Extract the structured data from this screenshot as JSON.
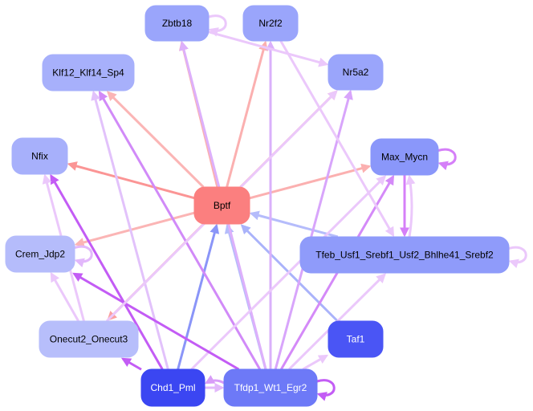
{
  "diagram": {
    "type": "gene-regulatory-network",
    "nodes": [
      {
        "id": "Zbtb18",
        "label": "Zbtb18",
        "fill": "#9aa5fb",
        "text": "#000000"
      },
      {
        "id": "Nr2f2",
        "label": "Nr2f2",
        "fill": "#9aa5fb",
        "text": "#000000"
      },
      {
        "id": "Klf12_Klf14_Sp4",
        "label": "Klf12_Klf14_Sp4",
        "fill": "#a7b0fb",
        "text": "#000000"
      },
      {
        "id": "Nr5a2",
        "label": "Nr5a2",
        "fill": "#9aa5fb",
        "text": "#000000"
      },
      {
        "id": "Nfix",
        "label": "Nfix",
        "fill": "#a7b0fb",
        "text": "#000000"
      },
      {
        "id": "Max_Mycn",
        "label": "Max_Mycn",
        "fill": "#8a97fa",
        "text": "#000000"
      },
      {
        "id": "Bptf",
        "label": "Bptf",
        "fill": "#fb7f7f",
        "text": "#000000"
      },
      {
        "id": "Crem_Jdp2",
        "label": "Crem_Jdp2",
        "fill": "#b5bcfb",
        "text": "#000000"
      },
      {
        "id": "Tfeb",
        "label": "Tfeb_Usf1_Srebf1_Usf2_Bhlhe41_Srebf2",
        "fill": "#8f9bfa",
        "text": "#000000"
      },
      {
        "id": "Onecut2_Onecut3",
        "label": "Onecut2_Onecut3",
        "fill": "#b7befb",
        "text": "#000000"
      },
      {
        "id": "Taf1",
        "label": "Taf1",
        "fill": "#4a55f5",
        "text": "#ffffff"
      },
      {
        "id": "Chd1_Pml",
        "label": "Chd1_Pml",
        "fill": "#3b46f2",
        "text": "#ffffff"
      },
      {
        "id": "Tfdp1",
        "label": "Tfdp1_Wt1_Egr2",
        "fill": "#6d79f7",
        "text": "#ffffff"
      }
    ],
    "edges": [
      {
        "from": "Bptf",
        "to": "Nfix",
        "color": "#fb9595"
      },
      {
        "from": "Bptf",
        "to": "Klf12_Klf14_Sp4",
        "color": "#fbb5b5"
      },
      {
        "from": "Bptf",
        "to": "Zbtb18",
        "color": "#fbb0b0"
      },
      {
        "from": "Bptf",
        "to": "Nr2f2",
        "color": "#fbb0b0"
      },
      {
        "from": "Bptf",
        "to": "Nr5a2",
        "color": "#fba8a8"
      },
      {
        "from": "Bptf",
        "to": "Max_Mycn",
        "color": "#fbb0b0"
      },
      {
        "from": "Bptf",
        "to": "Crem_Jdp2",
        "color": "#fbb5b5"
      },
      {
        "from": "Bptf",
        "to": "Onecut2_Onecut3",
        "color": "#fba0a0"
      },
      {
        "from": "Chd1_Pml",
        "to": "Bptf",
        "color": "#8a95f8"
      },
      {
        "from": "Tfdp1",
        "to": "Bptf",
        "color": "#b5bcfb"
      },
      {
        "from": "Taf1",
        "to": "Bptf",
        "color": "#aab3fa"
      },
      {
        "from": "Tfeb",
        "to": "Bptf",
        "color": "#b5bcfb"
      },
      {
        "from": "Tfdp1",
        "to": "Zbtb18",
        "color": "#ddb0fb"
      },
      {
        "from": "Tfdp1",
        "to": "Klf12_Klf14_Sp4",
        "color": "#d18af8"
      },
      {
        "from": "Chd1_Pml",
        "to": "Klf12_Klf14_Sp4",
        "color": "#e2c2fb"
      },
      {
        "from": "Tfdp1",
        "to": "Nr2f2",
        "color": "#dab0fb"
      },
      {
        "from": "Tfdp1",
        "to": "Nr5a2",
        "color": "#d8a5fb"
      },
      {
        "from": "Tfdp1",
        "to": "Max_Mycn",
        "color": "#d48af8"
      },
      {
        "from": "Chd1_Pml",
        "to": "Max_Mycn",
        "color": "#ebc8fb"
      },
      {
        "from": "Chd1_Pml",
        "to": "Nfix",
        "color": "#c35cf5"
      },
      {
        "from": "Tfdp1",
        "to": "Crem_Jdp2",
        "color": "#c35cf5"
      },
      {
        "from": "Chd1_Pml",
        "to": "Onecut2_Onecut3",
        "color": "#c35cf5"
      },
      {
        "from": "Tfdp1",
        "to": "Tfeb",
        "color": "#ebc8fb"
      },
      {
        "from": "Tfdp1",
        "to": "Taf1",
        "color": "#ebc8fb"
      },
      {
        "from": "Chd1_Pml",
        "to": "Tfdp1",
        "color": "#e2b8fb"
      },
      {
        "from": "Tfdp1",
        "to": "Chd1_Pml",
        "color": "#d89cf8"
      },
      {
        "from": "Max_Mycn",
        "to": "Tfeb",
        "color": "#d57ff8"
      },
      {
        "from": "Tfeb",
        "to": "Max_Mycn",
        "color": "#ebc8fb"
      },
      {
        "from": "Zbtb18",
        "to": "Nr5a2",
        "color": "#ebc8fb"
      },
      {
        "from": "Nr2f2",
        "to": "Tfeb",
        "color": "#ebc8fb"
      },
      {
        "from": "Onecut2_Onecut3",
        "to": "Nr5a2",
        "color": "#ebc8fb"
      },
      {
        "from": "Onecut2_Onecut3",
        "to": "Nfix",
        "color": "#ebc8fb"
      },
      {
        "from": "Onecut2_Onecut3",
        "to": "Crem_Jdp2",
        "color": "#ebc8fb"
      }
    ],
    "self_loops": [
      {
        "node": "Zbtb18",
        "color": "#ebc8fb",
        "side": "right"
      },
      {
        "node": "Max_Mycn",
        "color": "#d57ff8",
        "side": "right"
      },
      {
        "node": "Crem_Jdp2",
        "color": "#e2b8fb",
        "side": "right"
      },
      {
        "node": "Tfeb",
        "color": "#ebc8fb",
        "side": "right"
      },
      {
        "node": "Tfdp1",
        "color": "#c35cf5",
        "side": "right"
      }
    ]
  }
}
